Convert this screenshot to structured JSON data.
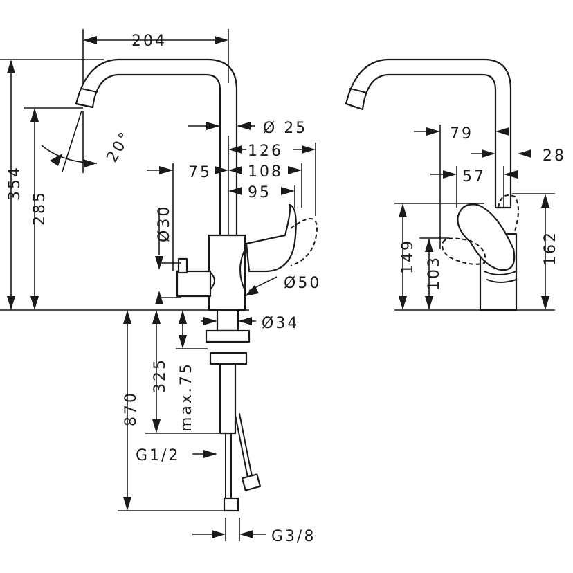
{
  "dimensions": {
    "width_top": "204",
    "height_total": "354",
    "height_outlet": "285",
    "spout_angle": "20°",
    "pipe_dia": "Ø 25",
    "reach_126": "126",
    "reach_108": "108",
    "reach_95": "95",
    "offset_75": "75",
    "knob_dia": "Ø30",
    "body_dia": "Ø50",
    "shank_dia": "Ø34",
    "depth_325": "325",
    "max_75": "max.75",
    "hose_870": "870",
    "thread_g12": "G1/2",
    "thread_g38": "G3/8",
    "side_79": "79",
    "side_57": "57",
    "side_28": "28",
    "side_149": "149",
    "side_103": "103",
    "side_162": "162"
  }
}
